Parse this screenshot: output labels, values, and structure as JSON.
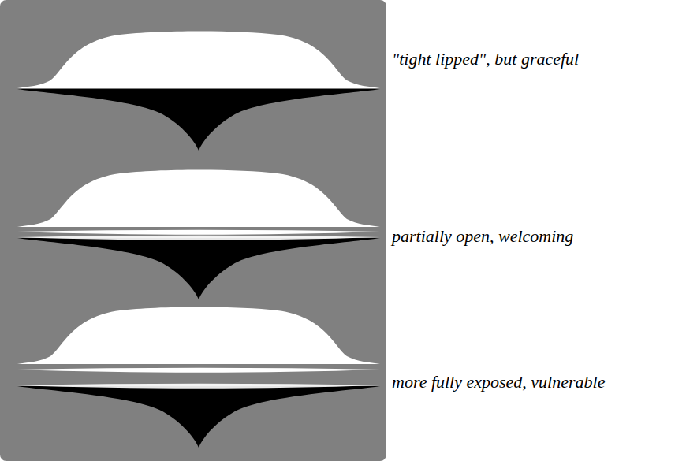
{
  "diagram": {
    "labels": [
      "\"tight lipped\", but graceful",
      "partially open, welcoming",
      "more fully exposed, vulnerable"
    ]
  }
}
